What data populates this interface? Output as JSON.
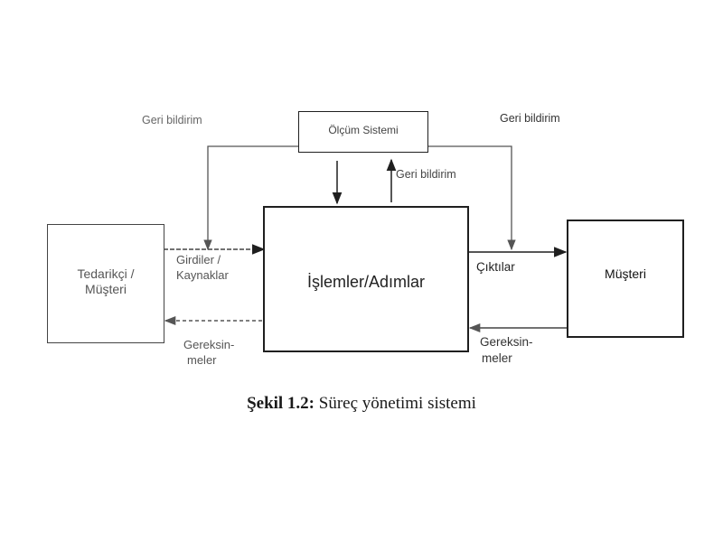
{
  "diagram": {
    "nodes": {
      "supplier": "Tedarikçi / Müşteri",
      "process": "İşlemler/Adımlar",
      "customer": "Müşteri",
      "measurement": "Ölçüm Sistemi"
    },
    "labels": {
      "feedback_left": "Geri bildirim",
      "feedback_right": "Geri bildirim",
      "feedback_center": "Geri bildirim",
      "inputs_line1": "Girdiler /",
      "inputs_line2": "Kaynaklar",
      "outputs": "Çıktılar",
      "req_left_line1": "Gereksin-",
      "req_left_line2": "meler",
      "req_right_line1": "Gereksin-",
      "req_right_line2": "meler"
    },
    "caption": {
      "prefix": "Şekil 1.2:",
      "text": "Süreç yönetimi sistemi"
    }
  }
}
